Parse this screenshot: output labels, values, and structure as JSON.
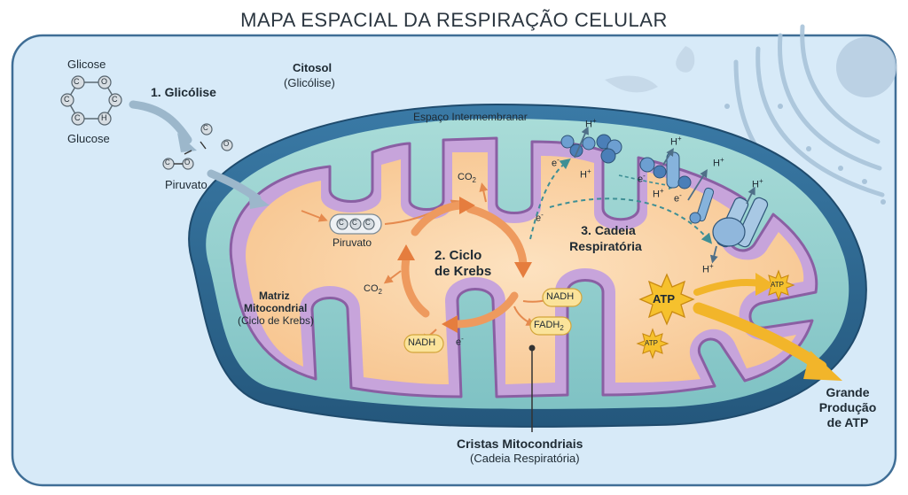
{
  "title": "MAPA ESPACIAL DA RESPIRAÇÃO CELULAR",
  "cytosol": {
    "glucose_top": "Glicose",
    "glucose_bottom": "Glucose",
    "carbon": "C",
    "hydrogen": "H",
    "oxygen": "O",
    "step1": "1. Glicólise",
    "cytosol_label": "Citosol",
    "cytosol_sub": "(Glicólise)",
    "pyruvate": "Piruvato"
  },
  "mito": {
    "intermembrane": "Espaço Intermembranar",
    "pyruvate": "Piruvato",
    "matrix_l1": "Matriz",
    "matrix_l2": "Mitocondrial",
    "matrix_sub": "(Ciclo de Krebs)",
    "krebs_l1": "2. Ciclo",
    "krebs_l2": "de Krebs",
    "co2": "CO",
    "co2_sub": "2",
    "nadh": "NADH",
    "fadh": "FADH",
    "fadh_sub": "2",
    "electron": "e",
    "electron_sup": "-",
    "chain_l1": "3. Cadeia",
    "chain_l2": "Respiratória",
    "proton": "H",
    "proton_sup": "+",
    "atp": "ATP"
  },
  "labels": {
    "cristae": "Cristas Mitocondriais",
    "cristae_sub": "(Cadeia Respiratória)",
    "output_l1": "Grande",
    "output_l2": "Produção",
    "output_l3": "de ATP"
  },
  "colors": {
    "cell_border": "#3f6e96",
    "cytosol_fill": "#dceefb",
    "outer_membrane": "#2d5f86",
    "intermembrane_fill": "#9fd4d0",
    "inner_membrane": "#b58ec9",
    "matrix_fill": "#fbd6ab",
    "atp_star": "#f6c12d",
    "krebs_arrow": "#ee9a5e"
  }
}
